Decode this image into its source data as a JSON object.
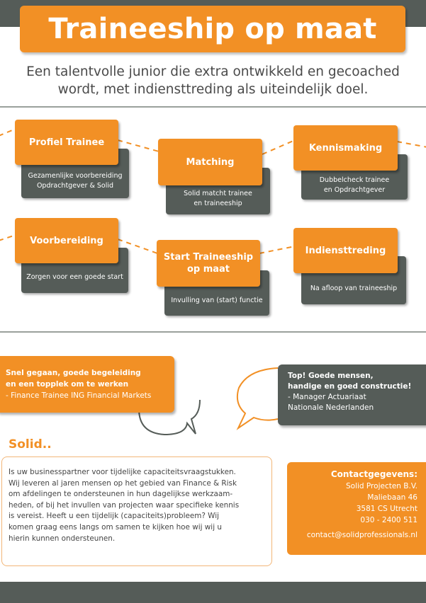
{
  "header": {
    "title": "Traineeship op maat",
    "subtitle_line1": "Een talentvolle junior die extra ontwikkeld en gecoached",
    "subtitle_line2": "wordt, met indiensttreding als uiteindelijk doel."
  },
  "steps": [
    {
      "title": "Profiel Trainee",
      "desc_line1": "Gezamenlijke voorbereiding",
      "desc_line2": "Opdrachtgever & Solid"
    },
    {
      "title": "Matching",
      "desc_line1": "Solid matcht trainee",
      "desc_line2": "en traineeship"
    },
    {
      "title": "Kennismaking",
      "desc_line1": "Dubbelcheck trainee",
      "desc_line2": "en Opdrachtgever"
    },
    {
      "title": "Voorbereiding",
      "desc_line1": "Zorgen voor een goede start",
      "desc_line2": ""
    },
    {
      "title_line1": "Start Traineeship",
      "title_line2": "op maat",
      "desc_line1": "Invulling van (start) functie",
      "desc_line2": ""
    },
    {
      "title": "Indiensttreding",
      "desc_line1": "Na afloop van traineeship",
      "desc_line2": ""
    }
  ],
  "quotes": {
    "left": {
      "bold_line1": "Snel gegaan, goede begeleiding",
      "bold_line2": "en een topplek om te werken",
      "attribution": "- Finance Trainee ING Financial Markets"
    },
    "right": {
      "bold_line1": "Top! Goede mensen,",
      "bold_line2": "handige en goed constructie!",
      "attribution_line1": "- Manager Actuariaat",
      "attribution_line2": "Nationale Nederlanden"
    }
  },
  "about": {
    "heading": "Solid..",
    "lines": [
      "Is uw businesspartner voor tijdelijke capaciteitsvraagstukken.",
      "Wij leveren al jaren mensen op het gebied van Finance & Risk",
      "om afdelingen te ondersteunen in hun dagelijkse werkzaam-",
      "heden, of bij het invullen van projecten waar specifieke kennis",
      "is vereist. Heeft u een tijdelijk (capaciteits)probleem? Wij",
      "komen graag eens langs om samen te kijken hoe wij wij u",
      "hierin kunnen ondersteunen."
    ]
  },
  "contact": {
    "title": "Contactgegevens:",
    "company": "Solid Projecten B.V.",
    "street": "Maliebaan 46",
    "city": "3581 CS Utrecht",
    "phone": "030 - 2400 511",
    "email": "contact@solidprofessionals.nl"
  },
  "colors": {
    "orange": "#f29025",
    "dark_grey": "#555c58",
    "text_grey": "#4a4a4a"
  }
}
